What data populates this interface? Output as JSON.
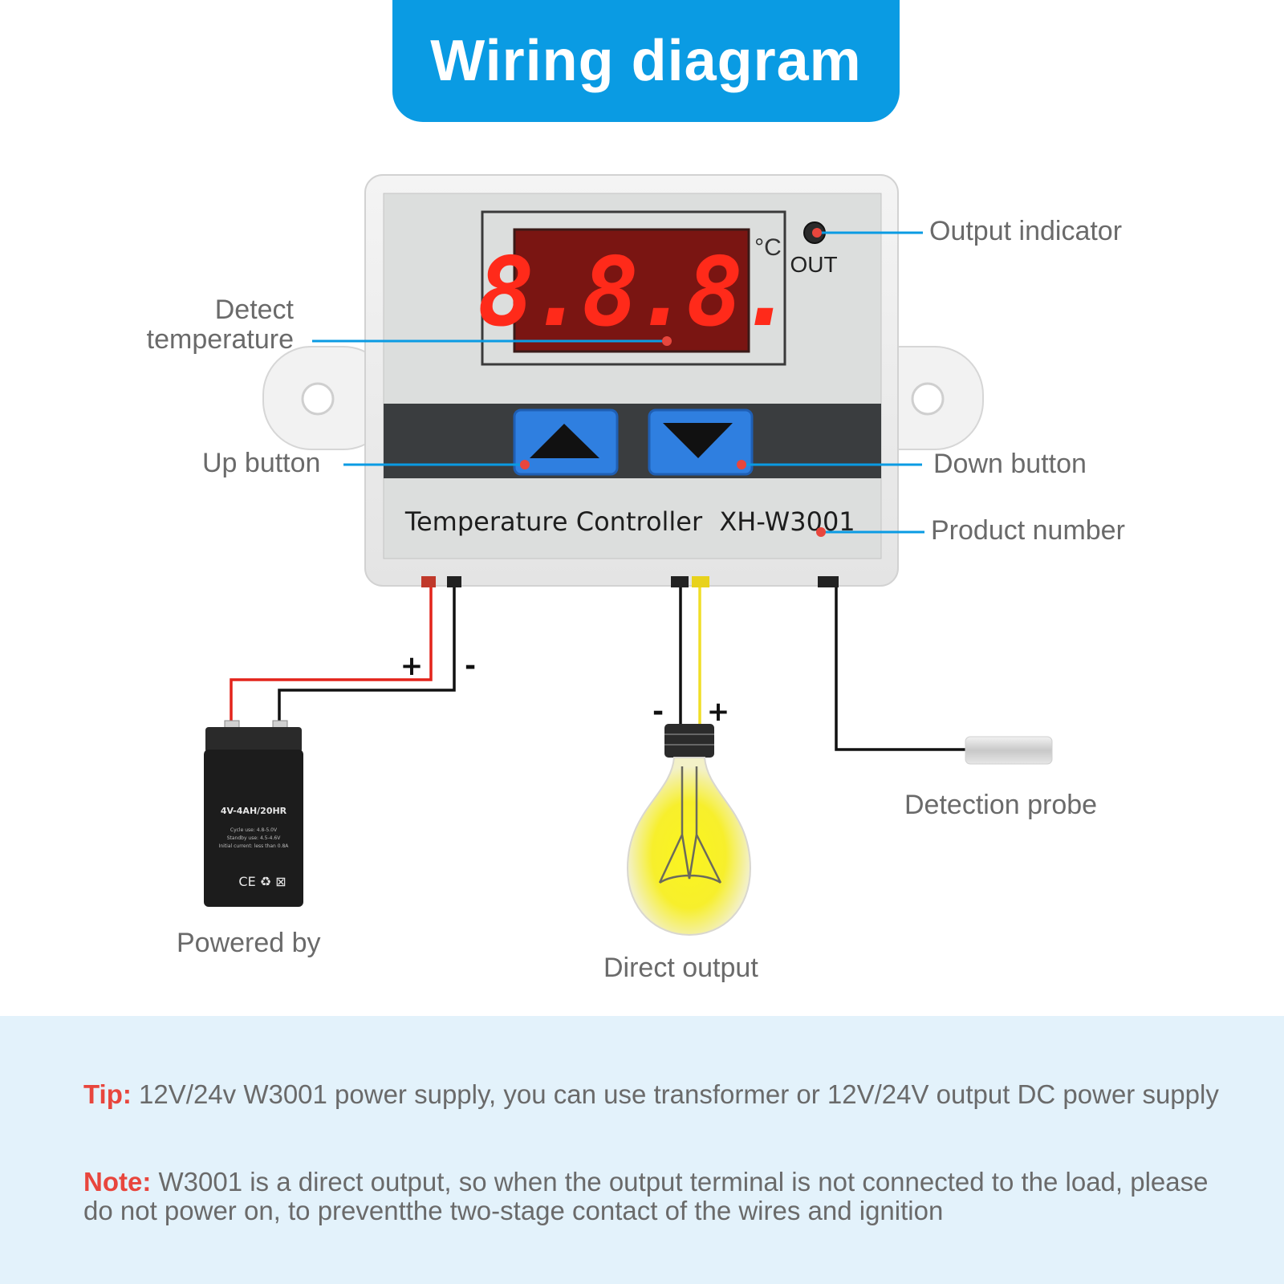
{
  "banner": {
    "title": "Wiring diagram"
  },
  "device": {
    "display_digits": "8.8.8.",
    "unit": "°C",
    "out_label": "OUT",
    "name": "Temperature Controller",
    "model": "XH-W3001"
  },
  "callouts": {
    "output_indicator": "Output indicator",
    "detect_temperature_line1": "Detect",
    "detect_temperature_line2": "temperature",
    "up_button": "Up button",
    "down_button": "Down button",
    "product_number": "Product number",
    "detection_probe": "Detection probe",
    "powered_by": "Powered by",
    "direct_output": "Direct output"
  },
  "polarity": {
    "plus": "+",
    "minus": "-"
  },
  "battery": {
    "rating": "4V-4AH/20HR",
    "spec_line1": "Cycle use: 4.8-5.0V",
    "spec_line2": "Standby use: 4.5-4.6V",
    "spec_line3": "Initial current: less than 0.8A",
    "marks": "CE ♻ ⊠"
  },
  "tips": {
    "tip_label": "Tip:",
    "tip_text": " 12V/24v W3001 power supply, you can use transformer or 12V/24V output DC power supply",
    "note_label": "Note:",
    "note_text": " W3001 is a direct output, so when the output terminal is not connected to the load, please do not power on, to preventthe two-stage contact of the wires and ignition"
  },
  "colors": {
    "banner": "#0a9be3",
    "leader_line": "#0a9be3",
    "callout_dot": "#e8463d",
    "tip_label": "#e8463d",
    "display_red": "#ff2a1a",
    "button_blue": "#2f7fe0",
    "tips_background": "#e3f2fb"
  }
}
